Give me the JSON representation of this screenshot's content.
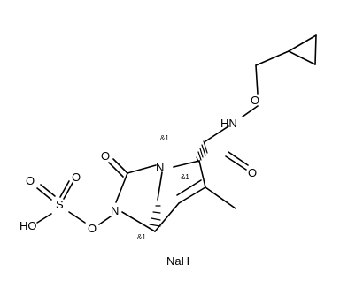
{
  "diagram": {
    "type": "chemical-structure",
    "atoms": {
      "o_ether": "O",
      "nh": "HN",
      "o_amide": "O",
      "o_ketone": "O",
      "n_bridge": "N",
      "n_ring": "N",
      "o_ring": "O",
      "s": "S",
      "o_s_top": "O",
      "o_s_bottom": "O",
      "ho": "HO"
    },
    "stereo_labels": {
      "n_bridge": "&1",
      "c2": "&1",
      "c5": "&1"
    },
    "counterion": "NaH"
  }
}
